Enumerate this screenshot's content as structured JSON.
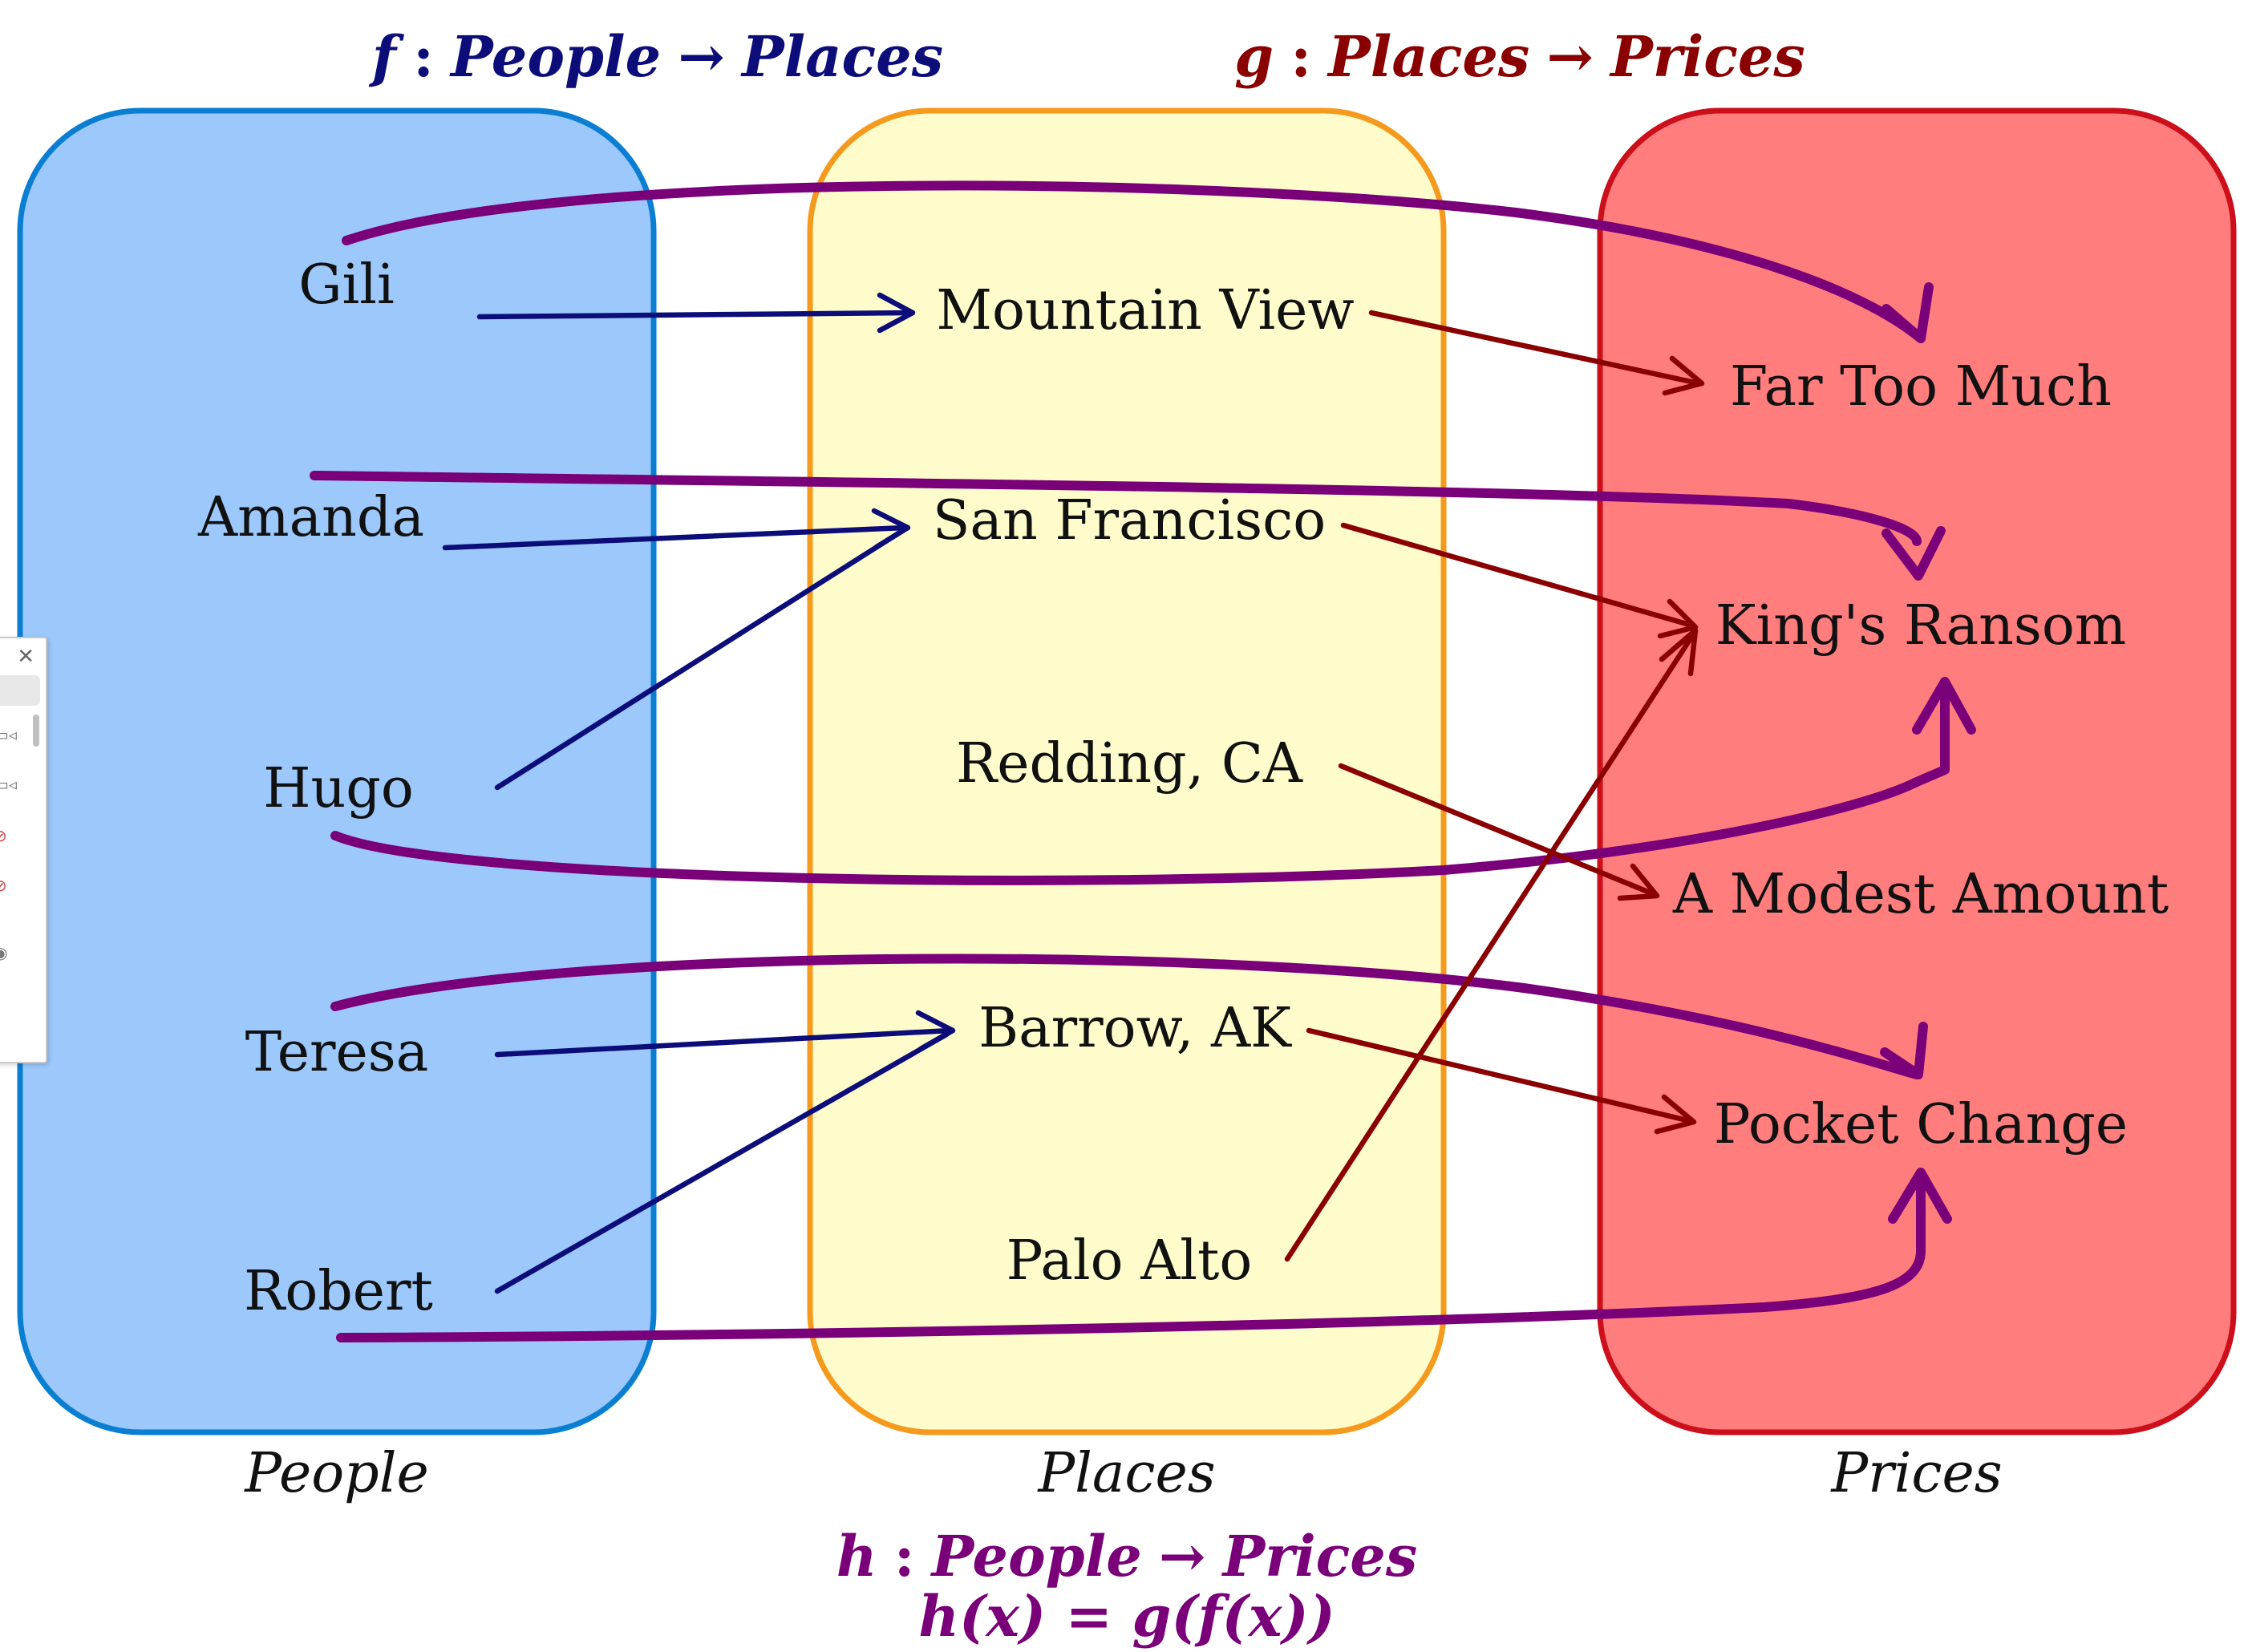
{
  "titles": {
    "f": {
      "fname": "f",
      "sep": ":",
      "domain": "People",
      "arrow": "→",
      "codomain": "Places",
      "color": "#0d0d7a"
    },
    "g": {
      "fname": "g",
      "sep": ":",
      "domain": "Places",
      "arrow": "→",
      "codomain": "Prices",
      "color": "#8a0000"
    },
    "h": {
      "fname": "h",
      "sep": ":",
      "domain": "People",
      "arrow": "→",
      "codomain": "Prices",
      "formula": "h(x) = g(f(x))",
      "color": "#7a007a"
    }
  },
  "sets": {
    "people": {
      "caption": "People",
      "fill": "#9cc8fb",
      "stroke": "#0a7fd2",
      "items": [
        "Gili",
        "Amanda",
        "Hugo",
        "Teresa",
        "Robert"
      ]
    },
    "places": {
      "caption": "Places",
      "fill": "#fffccc",
      "stroke": "#f59a1d",
      "items": [
        "Mountain View",
        "San Francisco",
        "Redding, CA",
        "Barrow, AK",
        "Palo Alto"
      ]
    },
    "prices": {
      "caption": "Prices",
      "fill": "#ff7d7d",
      "stroke": "#cc0f1a",
      "items": [
        "Far Too Much",
        "King's Ransom",
        "A Modest Amount",
        "Pocket Change"
      ]
    }
  },
  "mappings": {
    "f": [
      [
        "Gili",
        "Mountain View"
      ],
      [
        "Amanda",
        "San Francisco"
      ],
      [
        "Hugo",
        "San Francisco"
      ],
      [
        "Teresa",
        "Barrow, AK"
      ],
      [
        "Robert",
        "Barrow, AK"
      ]
    ],
    "g": [
      [
        "Mountain View",
        "Far Too Much"
      ],
      [
        "San Francisco",
        "King's Ransom"
      ],
      [
        "Redding, CA",
        "A Modest Amount"
      ],
      [
        "Barrow, AK",
        "Pocket Change"
      ],
      [
        "Palo Alto",
        "King's Ransom"
      ]
    ],
    "h": [
      [
        "Gili",
        "Far Too Much"
      ],
      [
        "Amanda",
        "King's Ransom"
      ],
      [
        "Hugo",
        "King's Ransom"
      ],
      [
        "Teresa",
        "Pocket Change"
      ],
      [
        "Robert",
        "Pocket Change"
      ]
    ]
  },
  "side_panel": {
    "close_icon": "close-icon",
    "tool_icons": [
      "video-icon",
      "video-icon",
      "crossed-out-icon",
      "crossed-out-icon",
      "help-icon"
    ]
  }
}
